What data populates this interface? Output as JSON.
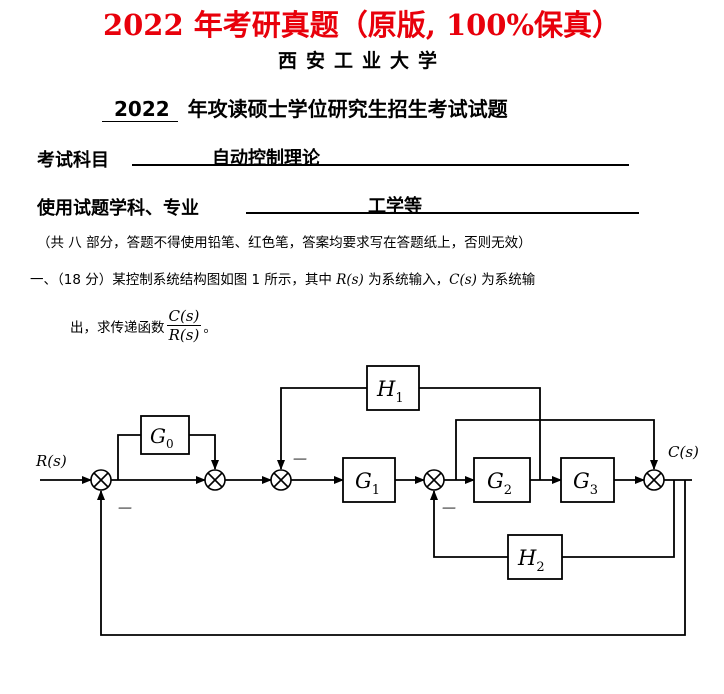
{
  "banner": "2022 年考研真题（原版, 100%保真）",
  "school": "西安工业大学",
  "exam": {
    "year": "2022",
    "title": "年攻读硕士学位研究生招生考试试题"
  },
  "subject": {
    "label": "考试科目",
    "value": "自动控制理论"
  },
  "major": {
    "label": "使用试题学科、专业",
    "value": "工学等"
  },
  "note": "（共 八 部分，答题不得使用铅笔、红色笔，答案均要求写在答题纸上，否则无效）",
  "question1": {
    "prefix": "一、（18 分）某控制系统结构图如图 1 所示，其中 ",
    "rs": "R(s)",
    "mid": " 为系统输入，",
    "cs": "C(s)",
    "suffix": " 为系统输",
    "line2_prefix": "出，求传递函数",
    "frac_num": "C(s)",
    "frac_den": "R(s)",
    "line2_suffix": "。"
  },
  "diagram": {
    "input_label": "R(s)",
    "output_label": "C(s)",
    "blocks": {
      "g0": {
        "name": "G",
        "sub": "0"
      },
      "g1": {
        "name": "G",
        "sub": "1"
      },
      "g2": {
        "name": "G",
        "sub": "2"
      },
      "g3": {
        "name": "G",
        "sub": "3"
      },
      "h1": {
        "name": "H",
        "sub": "1"
      },
      "h2": {
        "name": "H",
        "sub": "2"
      }
    },
    "minus_sign": "—"
  }
}
